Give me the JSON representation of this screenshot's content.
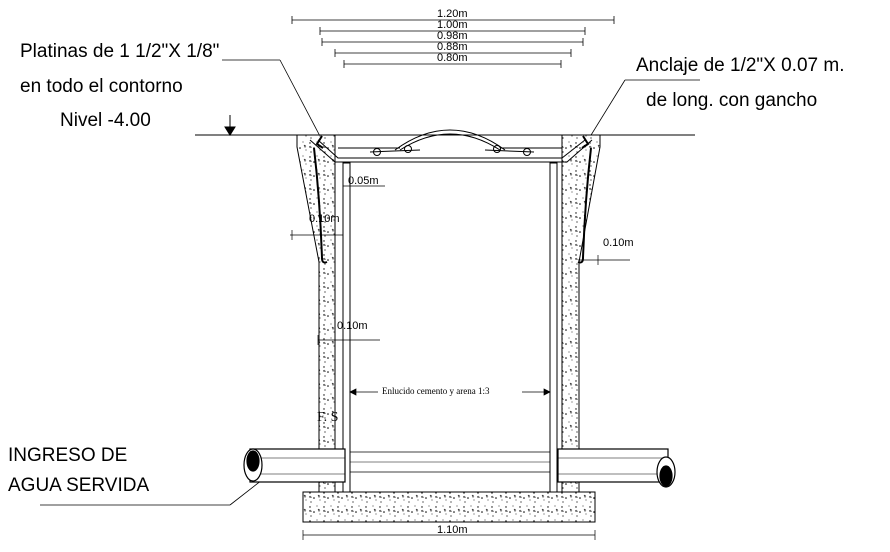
{
  "labels": {
    "platinas_line1": "Platinas de 1 1/2\"X 1/8\"",
    "platinas_line2": "en todo el contorno",
    "nivel": "Nivel -4.00",
    "anclaje_line1": "Anclaje de 1/2\"X 0.07 m.",
    "anclaje_line2": "de long. con gancho",
    "ingreso_line1": "INGRESO DE",
    "ingreso_line2": "AGUA SERVIDA",
    "enlucido": "Enlucido cemento y  arena      1:3",
    "fs_mark": "F. S"
  },
  "dimensions": {
    "d120": "1.20m",
    "d100": "1.00m",
    "d098": "0.98m",
    "d088": "0.88m",
    "d080": "0.80m",
    "d005": "0.05m",
    "d010_left_top": "0.10m",
    "d010_right": "0.10m",
    "d010_left_mid": "0.10m",
    "d110": "1.10m"
  },
  "colors": {
    "line": "#000000",
    "background": "#ffffff",
    "pipe_fill": "#ffffff"
  }
}
